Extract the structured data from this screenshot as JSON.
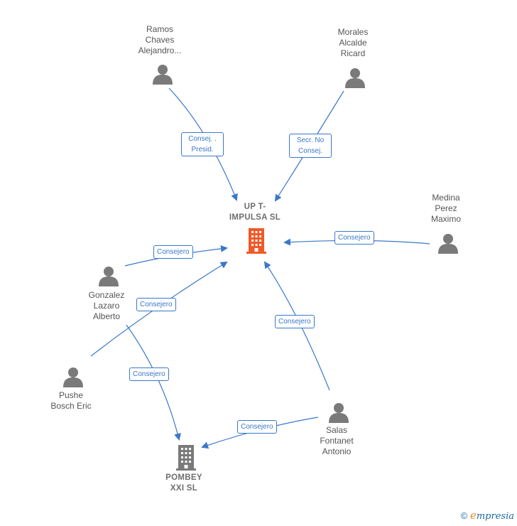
{
  "colors": {
    "edge": "#3a78c8",
    "person": "#7a7a7a",
    "company_main": "#f05a28",
    "company_other": "#7a7a7a"
  },
  "nodes": {
    "ramos": {
      "label": "Ramos\nChaves\nAlejandro...",
      "icon": "person-icon"
    },
    "morales": {
      "label": "Morales\nAlcalde\nRicard",
      "icon": "person-icon"
    },
    "upt": {
      "label": "UP T-\nIMPULSA  SL",
      "icon": "building-icon"
    },
    "medina": {
      "label": "Medina\nPerez\nMaximo",
      "icon": "person-icon"
    },
    "gonzalez": {
      "label": "Gonzalez\nLazaro\nAlberto",
      "icon": "person-icon"
    },
    "pushe": {
      "label": "Pushe\nBosch Eric",
      "icon": "person-icon"
    },
    "salas": {
      "label": "Salas\nFontanet\nAntonio",
      "icon": "person-icon"
    },
    "pombey": {
      "label": "POMBEY\nXXI  SL",
      "icon": "building-icon"
    }
  },
  "edges": [
    {
      "id": "ramos-upt",
      "label": "Consej. .\nPresid."
    },
    {
      "id": "morales-upt",
      "label": "Secr.  No\nConsej."
    },
    {
      "id": "medina-upt",
      "label": "Consejero"
    },
    {
      "id": "gonzalez-upt",
      "label": "Consejero"
    },
    {
      "id": "pushe-upt",
      "label": "Consejero"
    },
    {
      "id": "gonzalez-pombey",
      "label": "Consejero"
    },
    {
      "id": "salas-upt",
      "label": "Consejero"
    },
    {
      "id": "salas-pombey",
      "label": "Consejero"
    }
  ],
  "footer": {
    "copyright": "©",
    "brand_first": "e",
    "brand_rest": "mpresia"
  }
}
